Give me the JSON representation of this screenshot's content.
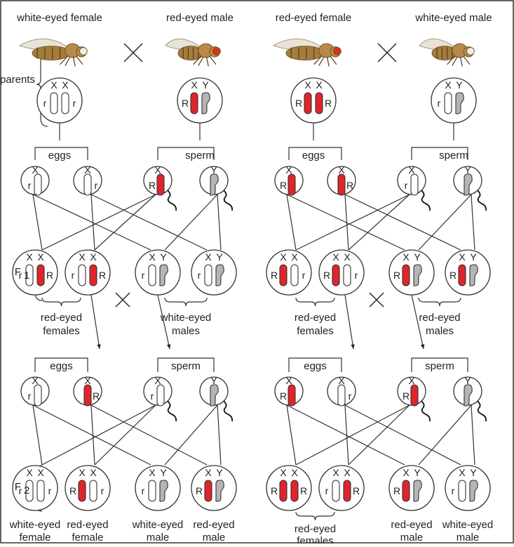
{
  "crosses": [
    {
      "parent_female_label": "white-eyed female",
      "parent_male_label": "red-eyed male",
      "parents_label": "parents",
      "eggs_label": "eggs",
      "sperm_label": "sperm",
      "f1_label": "F",
      "f1_sub": "1",
      "f1_female_group_label": [
        "red-eyed",
        "females"
      ],
      "f1_male_group_label": [
        "white-eyed",
        "males"
      ],
      "f2_label": "F",
      "f2_sub": "2",
      "f2_eggs_label": "eggs",
      "f2_sperm_label": "sperm",
      "f2_offspring_labels": [
        [
          "white-eyed",
          "female"
        ],
        [
          "red-eyed",
          "female"
        ],
        [
          "white-eyed",
          "male"
        ],
        [
          "red-eyed",
          "male"
        ]
      ]
    },
    {
      "parent_female_label": "red-eyed female",
      "parent_male_label": "white-eyed male",
      "eggs_label": "eggs",
      "sperm_label": "sperm",
      "f1_female_group_label": [
        "red-eyed",
        "females"
      ],
      "f1_male_group_label": [
        "red-eyed",
        "males"
      ],
      "f2_eggs_label": "eggs",
      "f2_sperm_label": "sperm",
      "f2_group_label": [
        "red-eyed",
        "females"
      ],
      "f2_offspring_labels": [
        [
          "red-eyed",
          "male"
        ],
        [
          "white-eyed",
          "male"
        ]
      ]
    }
  ],
  "symbols": {
    "cross": "×",
    "chromosome_x": "X",
    "chromosome_y": "Y",
    "allele_dominant": "R",
    "allele_recessive": "r"
  },
  "colors": {
    "red_allele": "#e0242b",
    "white_allele": "#ffffff",
    "y_chromosome": "#b5b5b5",
    "outline": "#333333",
    "fly_body": "#a67c3d",
    "white_eye": "#f2eee4",
    "red_eye": "#d9321c"
  }
}
